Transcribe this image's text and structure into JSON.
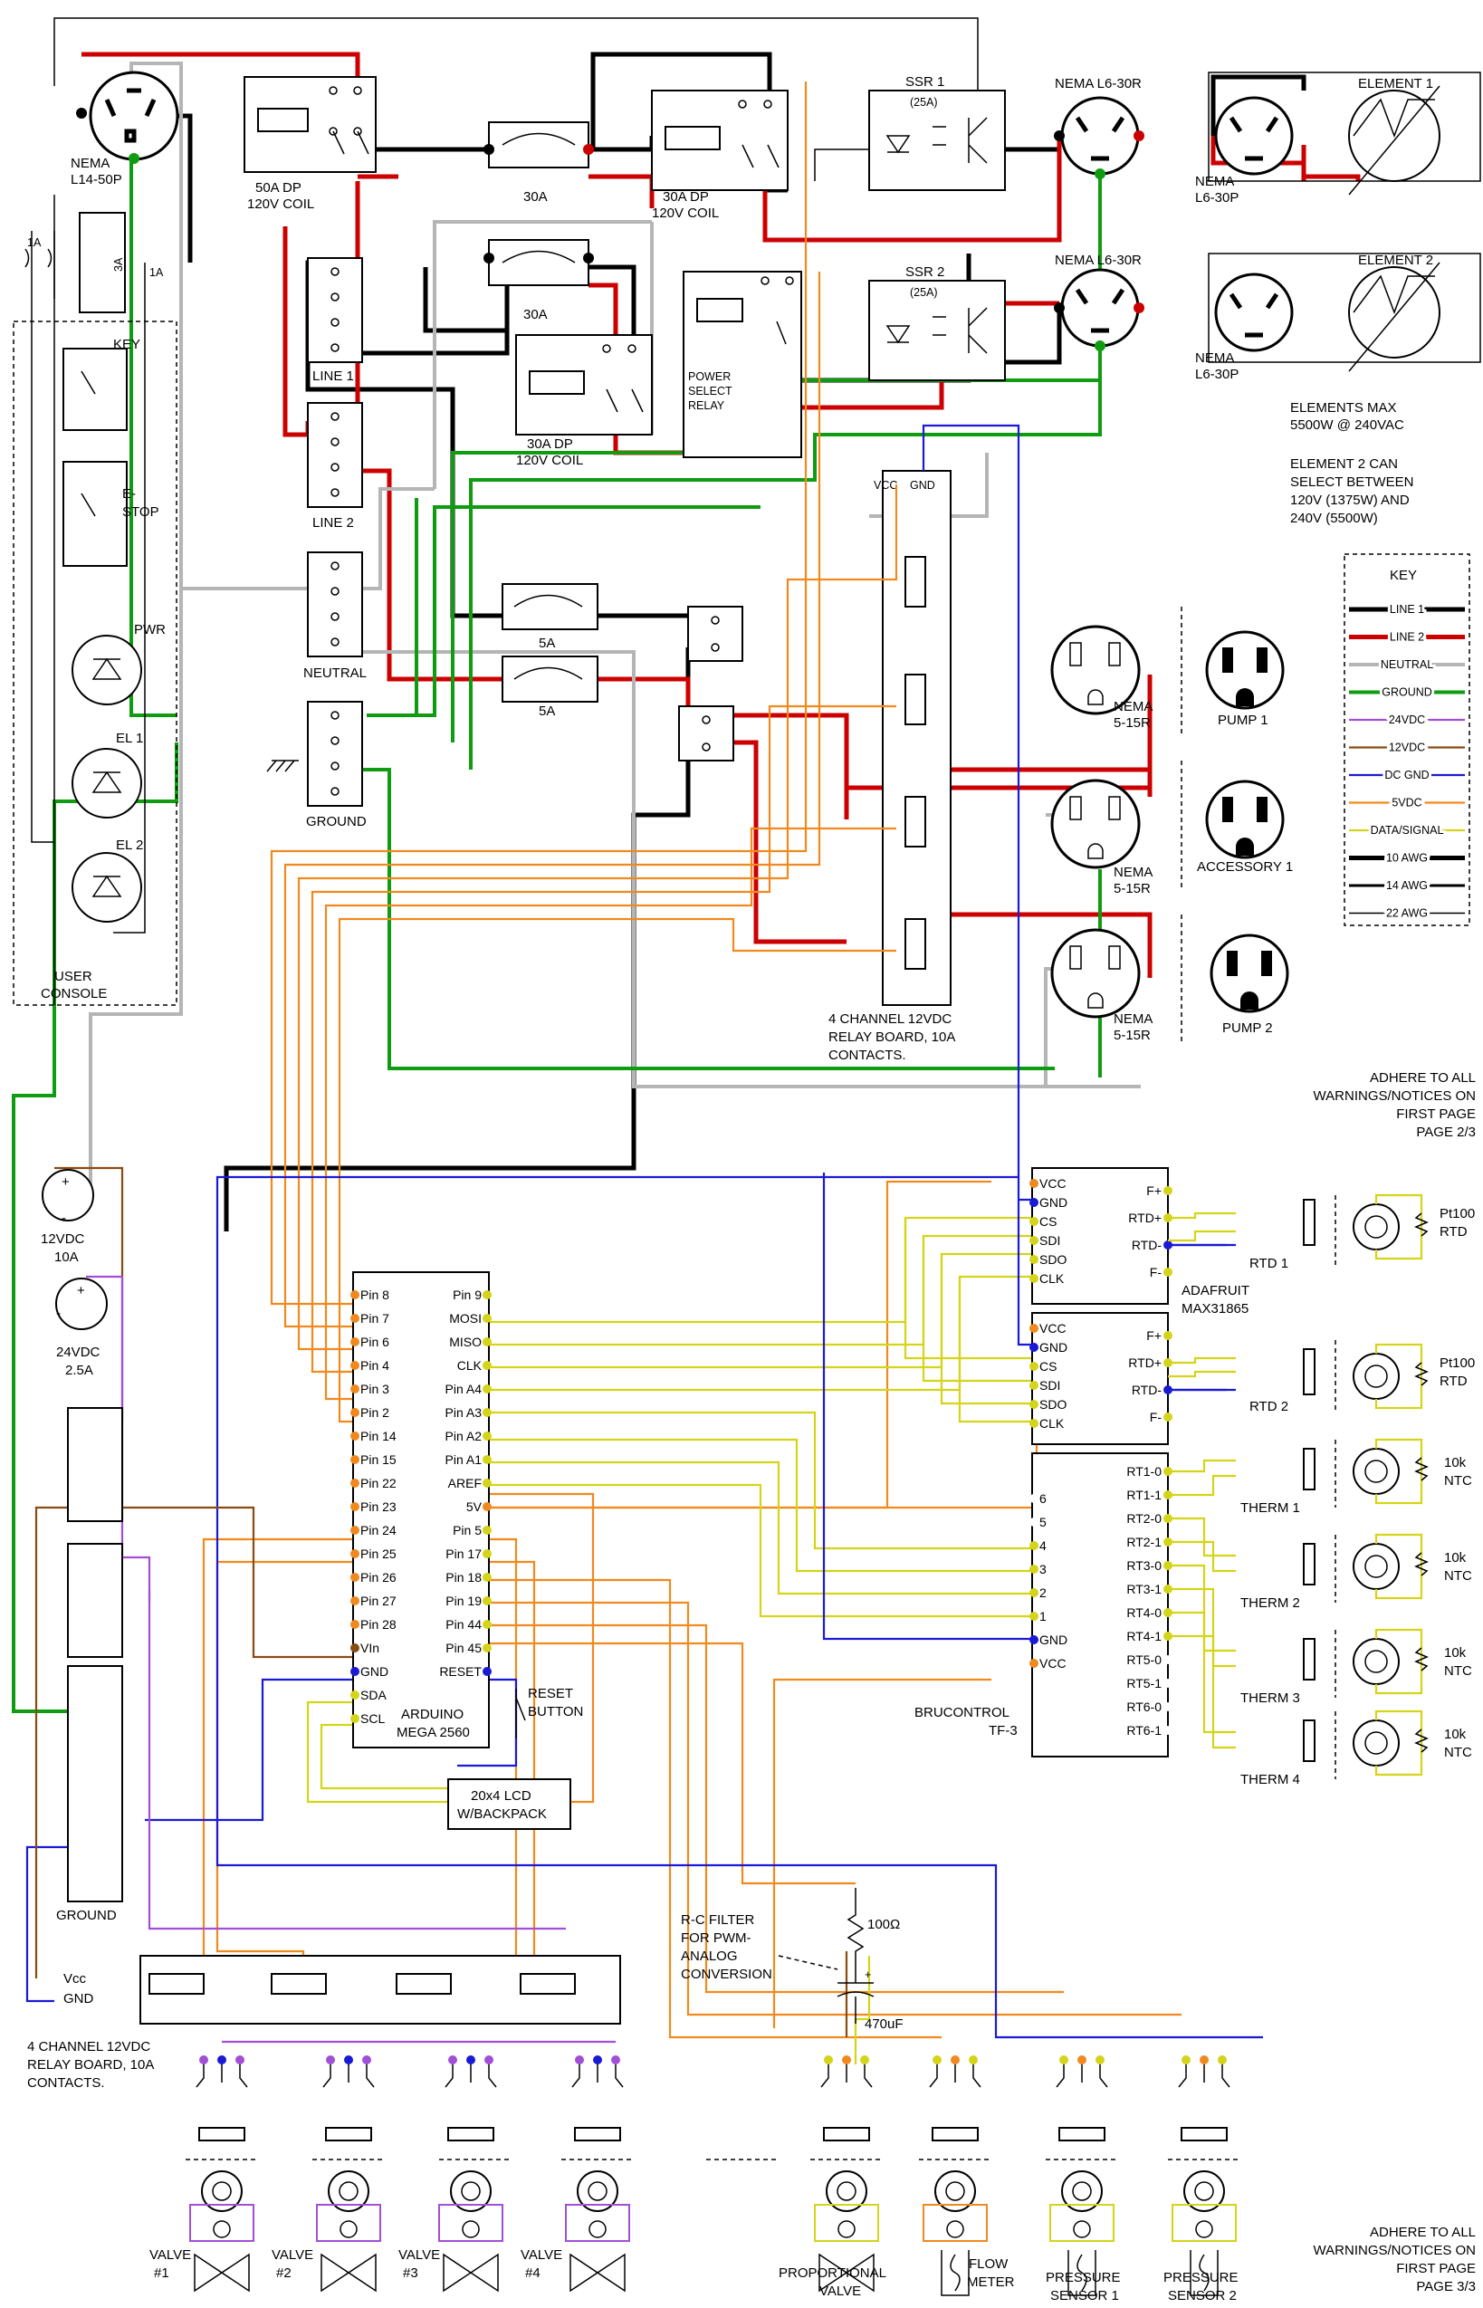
{
  "colors": {
    "line1": "#000000",
    "line2": "#cc0000",
    "neutral": "#b5b5b5",
    "ground": "#109c10",
    "v24": "#a24fd8",
    "v12": "#8a4b12",
    "dcgnd": "#1a1ad6",
    "v5": "#f08a1e",
    "signal": "#d4d41a"
  },
  "mains": {
    "inlet": "NEMA\nL14-50P",
    "relay50": "50A DP\n120V COIL",
    "relay30a": "30A DP\n120V COIL",
    "relay30b": "30A DP\n120V COIL",
    "power_select": "POWER\nSELECT\nRELAY",
    "fuse_30": "30A",
    "fuse_5": "5A",
    "fuse_1a": "1A",
    "fuse_3a": "3A",
    "line1": "LINE 1",
    "line2": "LINE 2",
    "neutral": "NEUTRAL",
    "ground": "GROUND",
    "ssr1": "SSR 1",
    "ssr2": "SSR 2",
    "ssr_rating": "(25A)",
    "l630r": "NEMA L6-30R",
    "l630p": "NEMA\nL6-30P",
    "element1": "ELEMENT 1",
    "element2": "ELEMENT 2",
    "n515r": "NEMA\n5-15R",
    "pump1": "PUMP 1",
    "accessory1": "ACCESSORY 1",
    "pump2": "PUMP 2",
    "relay_board_top": "4 CHANNEL 12VDC\nRELAY BOARD, 10A\nCONTACTS.",
    "vcc": "VCC",
    "gnd": "GND"
  },
  "notes": {
    "elements_max": "ELEMENTS MAX\n5500W @ 240VAC",
    "element2_select": "ELEMENT 2 CAN\nSELECT BETWEEN\n120V (1375W) AND\n240V (5500W)",
    "adhere_p2": "ADHERE TO ALL\nWARNINGS/NOTICES ON\nFIRST PAGE\nPAGE 2/3",
    "adhere_p3": "ADHERE TO ALL\nWARNINGS/NOTICES ON\nFIRST PAGE\nPAGE 3/3",
    "rc_filter": "R-C FILTER\nFOR PWM-\nANALOG\nCONVERSION"
  },
  "console": {
    "title": "USER\nCONSOLE",
    "key": "KEY",
    "estop": "E-\nSTOP",
    "pwr": "PWR",
    "el1": "EL 1",
    "el2": "EL 2"
  },
  "key_legend": {
    "title": "KEY",
    "items": [
      {
        "label": "LINE 1",
        "style": "w-l1"
      },
      {
        "label": "LINE 2",
        "style": "w-l2"
      },
      {
        "label": "NEUTRAL",
        "style": "w-n"
      },
      {
        "label": "GROUND",
        "style": "w-g"
      },
      {
        "label": "24VDC",
        "style": "w-24"
      },
      {
        "label": "12VDC",
        "style": "w-12"
      },
      {
        "label": "DC GND",
        "style": "w-dc"
      },
      {
        "label": "5VDC",
        "style": "w-5"
      },
      {
        "label": "DATA/SIGNAL",
        "style": "w-sig"
      },
      {
        "label": "10 AWG",
        "style": "w-10"
      },
      {
        "label": "14 AWG",
        "style": "w-14"
      },
      {
        "label": "22 AWG",
        "style": "w-22"
      }
    ]
  },
  "psu": {
    "v12": "12VDC\n10A",
    "v24": "24VDC\n2.5A",
    "ground": "GROUND"
  },
  "arduino": {
    "title": "ARDUINO\nMEGA 2560",
    "left_pins": [
      "Pin 8",
      "Pin 7",
      "Pin 6",
      "Pin 4",
      "Pin 3",
      "Pin 2",
      "Pin 14",
      "Pin 15",
      "Pin 22",
      "Pin 23",
      "Pin 24",
      "Pin 25",
      "Pin 26",
      "Pin 27",
      "Pin 28",
      "VIn",
      "GND",
      "SDA",
      "SCL"
    ],
    "right_pins": [
      "Pin 9",
      "MOSI",
      "MISO",
      "CLK",
      "Pin A4",
      "Pin A3",
      "Pin A2",
      "Pin A1",
      "AREF",
      "5V",
      "Pin 5",
      "Pin 17",
      "Pin 18",
      "Pin 19",
      "Pin 44",
      "Pin 45",
      "RESET"
    ],
    "reset": "RESET\nBUTTON",
    "lcd": "20x4 LCD\nW/BACKPACK"
  },
  "max31865": {
    "title": "ADAFRUIT\nMAX31865",
    "pins_left": [
      "VCC",
      "GND",
      "CS",
      "SDI",
      "SDO",
      "CLK"
    ],
    "pins_right": [
      "F+",
      "RTD+",
      "RTD-",
      "F-"
    ],
    "rtd1": "RTD 1",
    "rtd2": "RTD 2",
    "rtd_label": "Pt100\nRTD"
  },
  "brucontrol": {
    "title": "BRUCONTROL\nTF-3",
    "left_pins": [
      "6",
      "5",
      "4",
      "3",
      "2",
      "1",
      "GND",
      "VCC"
    ],
    "right_pins": [
      "RT1-0",
      "RT1-1",
      "RT2-0",
      "RT2-1",
      "RT3-0",
      "RT3-1",
      "RT4-0",
      "RT4-1",
      "RT5-0",
      "RT5-1",
      "RT6-0",
      "RT6-1"
    ],
    "therms": [
      "THERM 1",
      "THERM 2",
      "THERM 3",
      "THERM 4"
    ],
    "ntc": "10k\nNTC"
  },
  "bottom": {
    "relay_board": "4 CHANNEL 12VDC\nRELAY BOARD, 10A\nCONTACTS.",
    "vcc": "Vcc",
    "gnd": "GND",
    "r100": "100Ω",
    "c470": "470uF",
    "valves": [
      "VALVE\n#1",
      "VALVE\n#2",
      "VALVE\n#3",
      "VALVE\n#4"
    ],
    "proportional": "PROPORTIONAL\nVALVE",
    "flow": "FLOW\nMETER",
    "ps1": "PRESSURE\nSENSOR 1",
    "ps2": "PRESSURE\nSENSOR 2"
  }
}
